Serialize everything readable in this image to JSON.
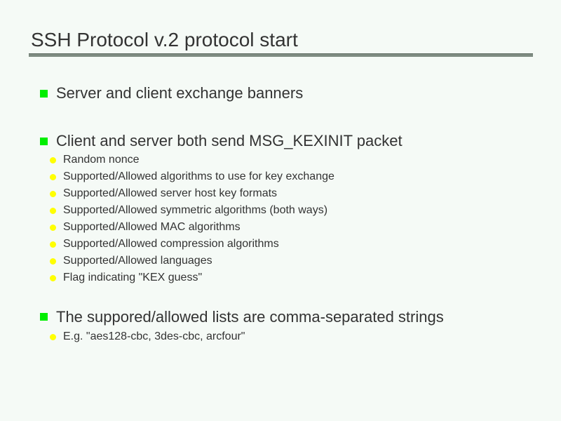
{
  "slide": {
    "title": "SSH Protocol v.2 protocol start",
    "colors": {
      "background": "#f5faf6",
      "text": "#333333",
      "rule": "#7f8c82",
      "bullet_level1": "#00ee00",
      "bullet_level2": "#ffff00"
    },
    "blocks": [
      {
        "level": 1,
        "bullet": "green-square-bullet",
        "text": "Server and client exchange banners"
      },
      {
        "level": 1,
        "bullet": "green-square-bullet",
        "text": "Client and server both send MSG_KEXINIT packet"
      },
      {
        "level": 2,
        "bullet": "yellow-dot-bullet",
        "text": "Random nonce"
      },
      {
        "level": 2,
        "bullet": "yellow-dot-bullet",
        "text": "Supported/Allowed algorithms to use for key exchange"
      },
      {
        "level": 2,
        "bullet": "yellow-dot-bullet",
        "text": "Supported/Allowed server host key formats"
      },
      {
        "level": 2,
        "bullet": "yellow-dot-bullet",
        "text": "Supported/Allowed symmetric algorithms (both ways)"
      },
      {
        "level": 2,
        "bullet": "yellow-dot-bullet",
        "text": "Supported/Allowed MAC algorithms"
      },
      {
        "level": 2,
        "bullet": "yellow-dot-bullet",
        "text": "Supported/Allowed compression algorithms"
      },
      {
        "level": 2,
        "bullet": "yellow-dot-bullet",
        "text": "Supported/Allowed languages"
      },
      {
        "level": 2,
        "bullet": "yellow-dot-bullet",
        "text": "Flag indicating \"KEX guess\""
      },
      {
        "level": 1,
        "bullet": "green-square-bullet",
        "text": "The suppored/allowed lists are comma-separated strings"
      },
      {
        "level": 2,
        "bullet": "yellow-dot-bullet",
        "text": "E.g. \"aes128-cbc, 3des-cbc, arcfour\""
      }
    ]
  }
}
